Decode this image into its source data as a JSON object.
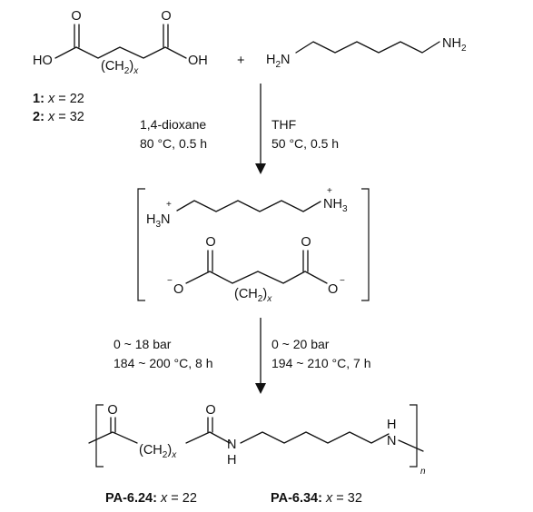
{
  "reactants": {
    "diacid": {
      "left_oh": "HO",
      "right_oh": "OH",
      "carbonyl_o": "O",
      "chain": "(CH2)x",
      "chain_base": "(CH",
      "chain_sub": "2",
      "chain_close": ")",
      "chain_var": "x"
    },
    "plus": "+",
    "diamine": {
      "left_amine": "H2N",
      "right_amine": "NH2"
    },
    "label_1": {
      "num": "1:",
      "eq": " = 22",
      "var": "x"
    },
    "label_2": {
      "num": "2:",
      "eq": " = 32",
      "var": "x"
    }
  },
  "step1": {
    "left": [
      "1,4-dioxane",
      "80 °C, 0.5 h"
    ],
    "right": [
      "THF",
      "50 °C, 0.5 h"
    ]
  },
  "salt": {
    "cation_left": "H3N",
    "cation_right": "NH3",
    "charge_plus": "+",
    "charge_minus": "−",
    "anion_o": "O",
    "carbonyl_o": "O"
  },
  "step2": {
    "left": [
      "0 ~ 18 bar",
      "184 ~ 200 °C, 8 h"
    ],
    "right": [
      "0 ~ 20 bar",
      "194 ~ 210 °C, 7 h"
    ]
  },
  "product": {
    "carbonyl_o": "O",
    "nh": "N",
    "h": "H",
    "repeat": "n"
  },
  "product_labels": [
    {
      "name": "PA-6.24:",
      "var": "x",
      "eq": " = 22"
    },
    {
      "name": "PA-6.34:",
      "var": "x",
      "eq": " = 32"
    }
  ]
}
